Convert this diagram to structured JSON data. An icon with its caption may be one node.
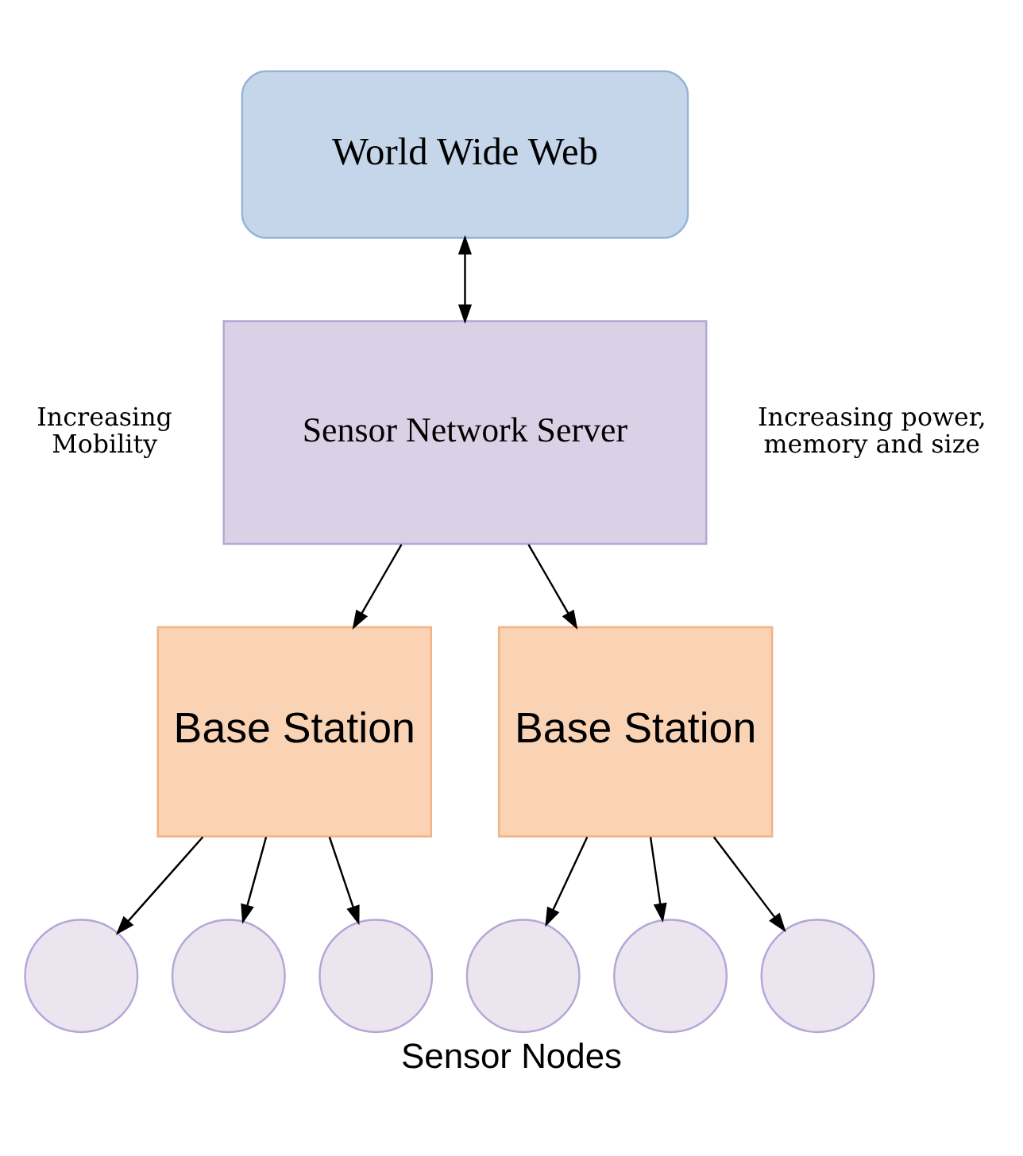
{
  "diagram": {
    "caption": "Sensor Nodes",
    "nodes": [
      {
        "text": [
          "World Wide Web"
        ]
      },
      {
        "text": [
          "Sensor Network Server"
        ]
      },
      {
        "text": [
          "Base Station"
        ]
      },
      {
        "text": [
          "Base Station"
        ]
      },
      {
        "text": [],
        "shape": "circle"
      },
      {
        "text": [],
        "shape": "circle"
      },
      {
        "text": [],
        "shape": "circle"
      },
      {
        "text": [],
        "shape": "circle"
      },
      {
        "text": [],
        "shape": "circle"
      },
      {
        "text": [],
        "shape": "circle"
      }
    ],
    "edges": [
      {
        "from": 0,
        "to": 1,
        "arrow": "both"
      },
      {
        "from": 1,
        "to": 2,
        "arrow": "to"
      },
      {
        "from": 1,
        "to": 3,
        "arrow": "to"
      },
      {
        "from": 2,
        "to": 4,
        "arrow": "to"
      },
      {
        "from": 2,
        "to": 5,
        "arrow": "to"
      },
      {
        "from": 2,
        "to": 6,
        "arrow": "to"
      },
      {
        "from": 3,
        "to": 7,
        "arrow": "to"
      },
      {
        "from": 3,
        "to": 8,
        "arrow": "to"
      },
      {
        "from": 3,
        "to": 9,
        "arrow": "to"
      }
    ],
    "labels": [
      "Increasing Mobility",
      "Increasing power, memory and size"
    ]
  }
}
